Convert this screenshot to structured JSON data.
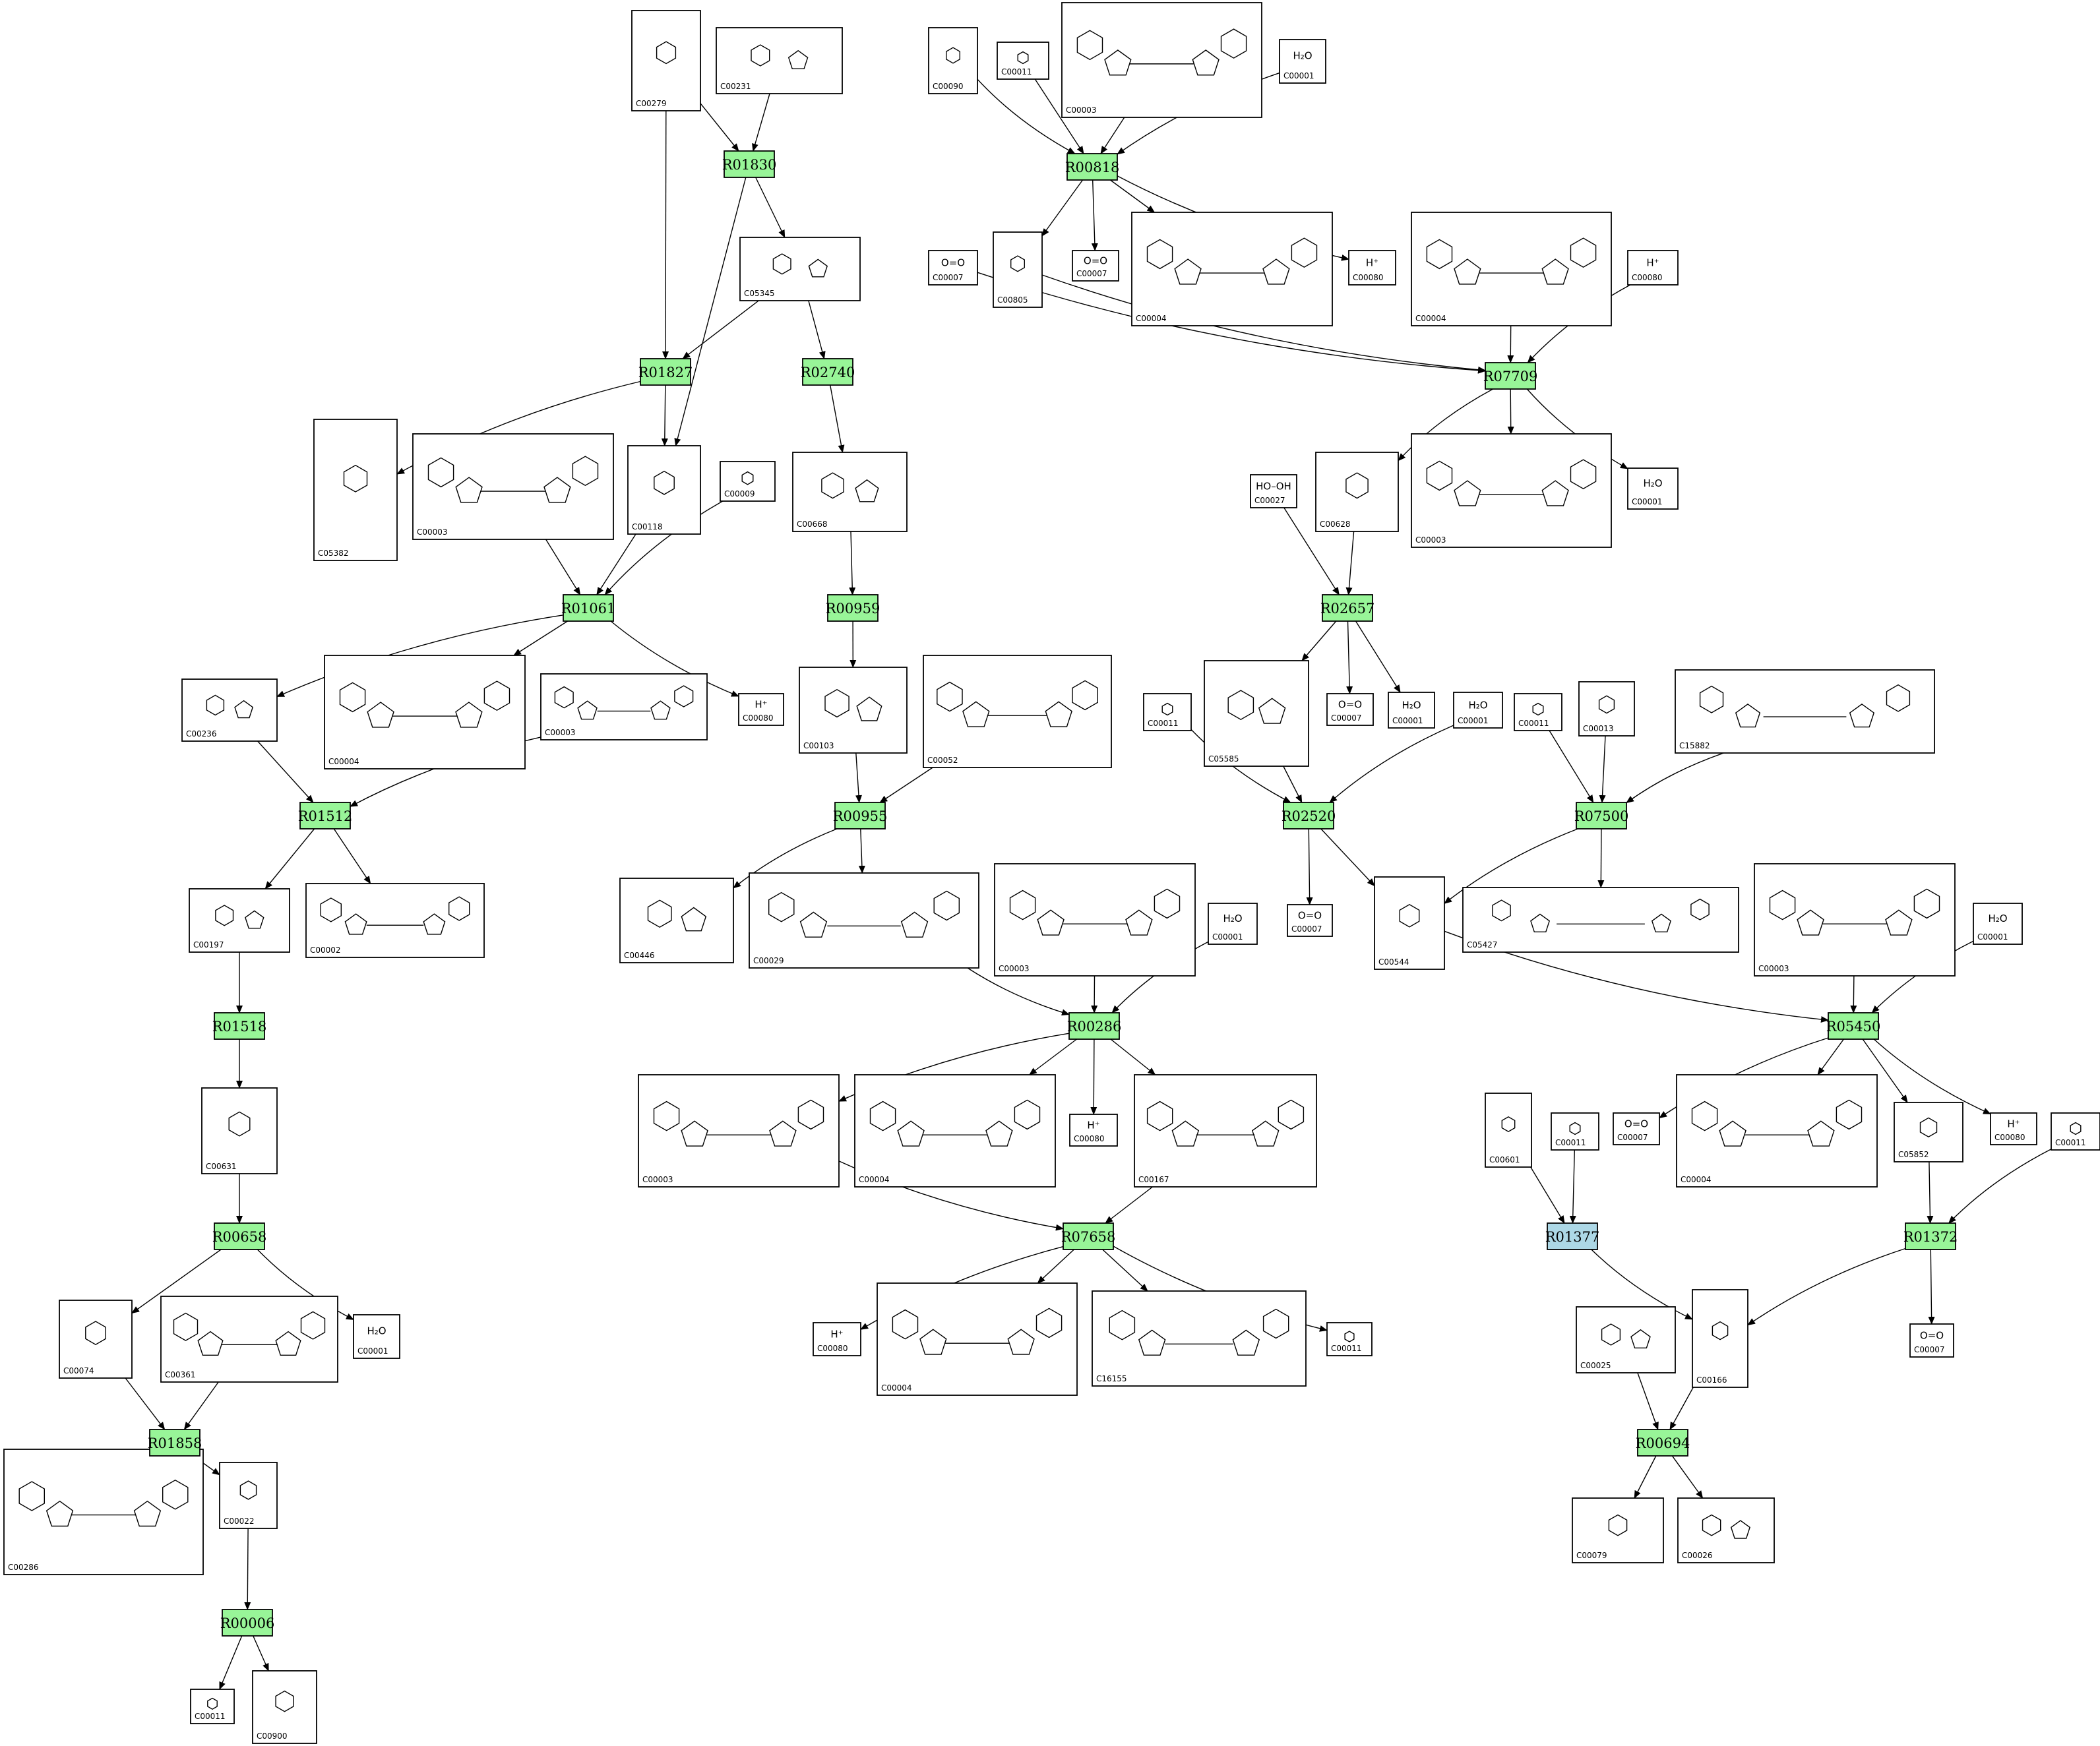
{
  "diagram": {
    "reactions": [
      {
        "id": "R01830",
        "color": "#98f598"
      },
      {
        "id": "R00818",
        "color": "#98f598"
      },
      {
        "id": "R01827",
        "color": "#98f598"
      },
      {
        "id": "R02740",
        "color": "#98f598"
      },
      {
        "id": "R07709",
        "color": "#98f598"
      },
      {
        "id": "R01061",
        "color": "#98f598"
      },
      {
        "id": "R00959",
        "color": "#98f598"
      },
      {
        "id": "R02657",
        "color": "#98f598"
      },
      {
        "id": "R01512",
        "color": "#98f598"
      },
      {
        "id": "R00955",
        "color": "#98f598"
      },
      {
        "id": "R02520",
        "color": "#98f598"
      },
      {
        "id": "R07500",
        "color": "#98f598"
      },
      {
        "id": "R01518",
        "color": "#98f598"
      },
      {
        "id": "R00286",
        "color": "#98f598"
      },
      {
        "id": "R05450",
        "color": "#98f598"
      },
      {
        "id": "R00658",
        "color": "#98f598"
      },
      {
        "id": "R07658",
        "color": "#98f598"
      },
      {
        "id": "R01377",
        "color": "#add8e6"
      },
      {
        "id": "R01372",
        "color": "#98f598"
      },
      {
        "id": "R01858",
        "color": "#98f598"
      },
      {
        "id": "R00694",
        "color": "#98f598"
      },
      {
        "id": "R00006",
        "color": "#98f598"
      }
    ],
    "compounds": [
      {
        "key": "c00279",
        "id": "C00279",
        "formula": ""
      },
      {
        "key": "c00231",
        "id": "C00231",
        "formula": ""
      },
      {
        "key": "c00090",
        "id": "C00090",
        "formula": ""
      },
      {
        "key": "c00011_top",
        "id": "C00011",
        "formula": ""
      },
      {
        "key": "c00003_top",
        "id": "C00003",
        "formula": ""
      },
      {
        "key": "c00001_top",
        "id": "C00001",
        "formula": "H₂O"
      },
      {
        "key": "c05345",
        "id": "C05345",
        "formula": ""
      },
      {
        "key": "c00007_a",
        "id": "C00007",
        "formula": "O=O"
      },
      {
        "key": "c00805",
        "id": "C00805",
        "formula": ""
      },
      {
        "key": "c00007_b",
        "id": "C00007",
        "formula": "O=O"
      },
      {
        "key": "c00004_a",
        "id": "C00004",
        "formula": ""
      },
      {
        "key": "c00080_a",
        "id": "C00080",
        "formula": "H⁺"
      },
      {
        "key": "c00004_b",
        "id": "C00004",
        "formula": ""
      },
      {
        "key": "c00080_b",
        "id": "C00080",
        "formula": "H⁺"
      },
      {
        "key": "c05382",
        "id": "C05382",
        "formula": ""
      },
      {
        "key": "c00003_b",
        "id": "C00003",
        "formula": ""
      },
      {
        "key": "c00118",
        "id": "C00118",
        "formula": ""
      },
      {
        "key": "c00009",
        "id": "C00009",
        "formula": ""
      },
      {
        "key": "c00668",
        "id": "C00668",
        "formula": ""
      },
      {
        "key": "c00027",
        "id": "C00027",
        "formula": "HO–OH"
      },
      {
        "key": "c00628",
        "id": "C00628",
        "formula": ""
      },
      {
        "key": "c00003_c",
        "id": "C00003",
        "formula": ""
      },
      {
        "key": "c00001_b",
        "id": "C00001",
        "formula": "H₂O"
      },
      {
        "key": "c00236",
        "id": "C00236",
        "formula": ""
      },
      {
        "key": "c00004_c",
        "id": "C00004",
        "formula": ""
      },
      {
        "key": "c00003_d",
        "id": "C00003",
        "formula": ""
      },
      {
        "key": "c00080_c",
        "id": "C00080",
        "formula": "H⁺"
      },
      {
        "key": "c00103",
        "id": "C00103",
        "formula": ""
      },
      {
        "key": "c00052",
        "id": "C00052",
        "formula": ""
      },
      {
        "key": "c05585",
        "id": "C05585",
        "formula": ""
      },
      {
        "key": "c00007_c",
        "id": "C00007",
        "formula": "O=O"
      },
      {
        "key": "c00001_c",
        "id": "C00001",
        "formula": "H₂O"
      },
      {
        "key": "c00011_b",
        "id": "C00011",
        "formula": ""
      },
      {
        "key": "c00001_d",
        "id": "C00001",
        "formula": "H₂O"
      },
      {
        "key": "c00011_c",
        "id": "C00011",
        "formula": ""
      },
      {
        "key": "c00013",
        "id": "C00013",
        "formula": ""
      },
      {
        "key": "c15882",
        "id": "C15882",
        "formula": ""
      },
      {
        "key": "c00197",
        "id": "C00197",
        "formula": ""
      },
      {
        "key": "c00002",
        "id": "C00002",
        "formula": ""
      },
      {
        "key": "c00446",
        "id": "C00446",
        "formula": ""
      },
      {
        "key": "c00029",
        "id": "C00029",
        "formula": ""
      },
      {
        "key": "c00003_e",
        "id": "C00003",
        "formula": ""
      },
      {
        "key": "c00001_e",
        "id": "C00001",
        "formula": "H₂O"
      },
      {
        "key": "c00007_d",
        "id": "C00007",
        "formula": "O=O"
      },
      {
        "key": "c00544",
        "id": "C00544",
        "formula": ""
      },
      {
        "key": "c05427",
        "id": "C05427",
        "formula": ""
      },
      {
        "key": "c00003_f",
        "id": "C00003",
        "formula": ""
      },
      {
        "key": "c00001_f",
        "id": "C00001",
        "formula": "H₂O"
      },
      {
        "key": "c00631",
        "id": "C00631",
        "formula": ""
      },
      {
        "key": "c00003_g",
        "id": "C00003",
        "formula": ""
      },
      {
        "key": "c00004_d",
        "id": "C00004",
        "formula": ""
      },
      {
        "key": "c00080_d",
        "id": "C00080",
        "formula": "H⁺"
      },
      {
        "key": "c00167",
        "id": "C00167",
        "formula": ""
      },
      {
        "key": "c00601",
        "id": "C00601",
        "formula": ""
      },
      {
        "key": "c00011_d",
        "id": "C00011",
        "formula": ""
      },
      {
        "key": "c00007_e",
        "id": "C00007",
        "formula": "O=O"
      },
      {
        "key": "c00004_e",
        "id": "C00004",
        "formula": ""
      },
      {
        "key": "c05852",
        "id": "C05852",
        "formula": ""
      },
      {
        "key": "c00080_e",
        "id": "C00080",
        "formula": "H⁺"
      },
      {
        "key": "c00011_e",
        "id": "C00011",
        "formula": ""
      },
      {
        "key": "c00001_g",
        "id": "C00001",
        "formula": "H₂O"
      },
      {
        "key": "c00074",
        "id": "C00074",
        "formula": ""
      },
      {
        "key": "c00361",
        "id": "C00361",
        "formula": ""
      },
      {
        "key": "c00080_f",
        "id": "C00080",
        "formula": "H⁺"
      },
      {
        "key": "c00004_f",
        "id": "C00004",
        "formula": ""
      },
      {
        "key": "c16155",
        "id": "C16155",
        "formula": ""
      },
      {
        "key": "c00011_f",
        "id": "C00011",
        "formula": ""
      },
      {
        "key": "c00025",
        "id": "C00025",
        "formula": ""
      },
      {
        "key": "c00166",
        "id": "C00166",
        "formula": ""
      },
      {
        "key": "c00007_f",
        "id": "C00007",
        "formula": "O=O"
      },
      {
        "key": "c00286",
        "id": "C00286",
        "formula": ""
      },
      {
        "key": "c00022",
        "id": "C00022",
        "formula": ""
      },
      {
        "key": "c00079",
        "id": "C00079",
        "formula": ""
      },
      {
        "key": "c00026",
        "id": "C00026",
        "formula": ""
      },
      {
        "key": "c00011_g",
        "id": "C00011",
        "formula": ""
      },
      {
        "key": "c00900",
        "id": "C00900",
        "formula": ""
      }
    ],
    "edges": [
      [
        "c00279",
        "R01830"
      ],
      [
        "c00231",
        "R01830"
      ],
      [
        "R01830",
        "c05345"
      ],
      [
        "c00279",
        "R01827"
      ],
      [
        "c05345",
        "R01827"
      ],
      [
        "R01830",
        "c00118"
      ],
      [
        "c05345",
        "R02740"
      ],
      [
        "c00090",
        "R00818"
      ],
      [
        "c00011_top",
        "R00818"
      ],
      [
        "c00003_top",
        "R00818"
      ],
      [
        "c00001_top",
        "R00818"
      ],
      [
        "R00818",
        "c00805"
      ],
      [
        "R00818",
        "c00007_b"
      ],
      [
        "R00818",
        "c00004_a"
      ],
      [
        "R00818",
        "c00080_a"
      ],
      [
        "c00007_a",
        "R07709"
      ],
      [
        "c00805",
        "R07709"
      ],
      [
        "c00004_b",
        "R07709"
      ],
      [
        "c00080_b",
        "R07709"
      ],
      [
        "R07709",
        "c00628"
      ],
      [
        "R07709",
        "c00003_c"
      ],
      [
        "R07709",
        "c00001_b"
      ],
      [
        "R01827",
        "c05382"
      ],
      [
        "R01827",
        "c00118"
      ],
      [
        "R02740",
        "c00668"
      ],
      [
        "c00003_b",
        "R01061"
      ],
      [
        "c00118",
        "R01061"
      ],
      [
        "c00009",
        "R01061"
      ],
      [
        "R01061",
        "c00236"
      ],
      [
        "R01061",
        "c00004_c"
      ],
      [
        "R01061",
        "c00080_c"
      ],
      [
        "c00668",
        "R00959"
      ],
      [
        "R00959",
        "c00103"
      ],
      [
        "c00027",
        "R02657"
      ],
      [
        "c00628",
        "R02657"
      ],
      [
        "R02657",
        "c05585"
      ],
      [
        "R02657",
        "c00007_c"
      ],
      [
        "R02657",
        "c00001_c"
      ],
      [
        "c00236",
        "R01512"
      ],
      [
        "c00003_d",
        "R01512"
      ],
      [
        "R01512",
        "c00197"
      ],
      [
        "R01512",
        "c00002"
      ],
      [
        "c00103",
        "R00955"
      ],
      [
        "c00052",
        "R00955"
      ],
      [
        "R00955",
        "c00446"
      ],
      [
        "R00955",
        "c00029"
      ],
      [
        "c00011_b",
        "R02520"
      ],
      [
        "c05585",
        "R02520"
      ],
      [
        "c00001_d",
        "R02520"
      ],
      [
        "R02520",
        "c00007_d"
      ],
      [
        "R02520",
        "c00544"
      ],
      [
        "c00011_c",
        "R07500"
      ],
      [
        "c00013",
        "R07500"
      ],
      [
        "c15882",
        "R07500"
      ],
      [
        "R07500",
        "c00544"
      ],
      [
        "R07500",
        "c05427"
      ],
      [
        "c00197",
        "R01518"
      ],
      [
        "R01518",
        "c00631"
      ],
      [
        "c00029",
        "R00286"
      ],
      [
        "c00003_e",
        "R00286"
      ],
      [
        "c00001_e",
        "R00286"
      ],
      [
        "R00286",
        "c00004_d"
      ],
      [
        "R00286",
        "c00080_d"
      ],
      [
        "R00286",
        "c00167"
      ],
      [
        "R00286",
        "c00003_g"
      ],
      [
        "c00544",
        "R05450"
      ],
      [
        "c00003_f",
        "R05450"
      ],
      [
        "c00001_f",
        "R05450"
      ],
      [
        "R05450",
        "c00007_e"
      ],
      [
        "R05450",
        "c00004_e"
      ],
      [
        "R05450",
        "c05852"
      ],
      [
        "R05450",
        "c00080_e"
      ],
      [
        "c00631",
        "R00658"
      ],
      [
        "R00658",
        "c00074"
      ],
      [
        "R00658",
        "c00001_g"
      ],
      [
        "c00003_g",
        "R07658"
      ],
      [
        "c00167",
        "R07658"
      ],
      [
        "R07658",
        "c00080_f"
      ],
      [
        "R07658",
        "c00004_f"
      ],
      [
        "R07658",
        "c16155"
      ],
      [
        "R07658",
        "c00011_f"
      ],
      [
        "c00601",
        "R01377"
      ],
      [
        "c00011_d",
        "R01377"
      ],
      [
        "R01377",
        "c00166"
      ],
      [
        "c05852",
        "R01372"
      ],
      [
        "c00011_e",
        "R01372"
      ],
      [
        "R01372",
        "c00166"
      ],
      [
        "R01372",
        "c00007_f"
      ],
      [
        "c00074",
        "R01858"
      ],
      [
        "c00361",
        "R01858"
      ],
      [
        "R01858",
        "c00286"
      ],
      [
        "R01858",
        "c00022"
      ],
      [
        "c00025",
        "R00694"
      ],
      [
        "c00166",
        "R00694"
      ],
      [
        "R00694",
        "c00079"
      ],
      [
        "R00694",
        "c00026"
      ],
      [
        "c00022",
        "R00006"
      ],
      [
        "R00006",
        "c00011_g"
      ],
      [
        "R00006",
        "c00900"
      ]
    ]
  }
}
